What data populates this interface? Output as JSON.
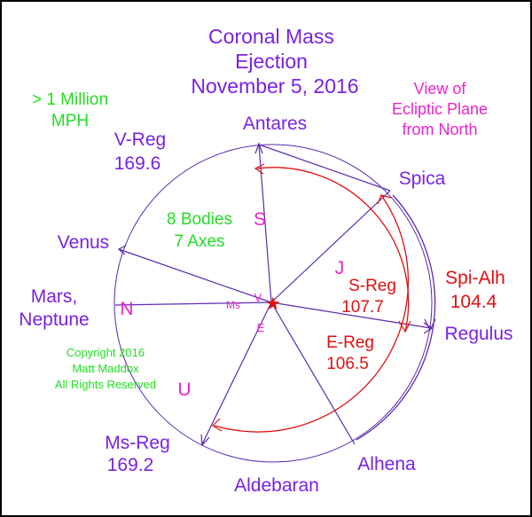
{
  "title": [
    "Coronal Mass",
    "Ejection",
    "November 5, 2016"
  ],
  "speed_note": [
    "> 1 Million",
    "MPH"
  ],
  "view_note": [
    "View of",
    "Ecliptic Plane",
    "from North"
  ],
  "bodies_note": [
    "8 Bodies",
    "7 Axes"
  ],
  "copyright": [
    "Copyright 2016",
    "Matt Maddox",
    "All Rights Reserved"
  ],
  "stars": {
    "antares": "Antares",
    "spica": "Spica",
    "venus": "Venus",
    "mars": [
      "Mars,",
      "Neptune"
    ],
    "regulus": "Regulus",
    "alhena": "Alhena",
    "aldebaran": "Aldebaran"
  },
  "regions": {
    "v_reg": [
      "V-Reg",
      "169.6"
    ],
    "ms_reg": [
      "Ms-Reg",
      "169.2"
    ],
    "s_reg": [
      "S-Reg",
      "107.7"
    ],
    "e_reg": [
      "E-Reg",
      "106.5"
    ],
    "spi_alh": [
      "Spi-Alh",
      "104.4"
    ]
  },
  "markers": {
    "s": "S",
    "n": "N",
    "j": "J",
    "u": "U",
    "ms": "Ms",
    "v": "V",
    "e": "E",
    "sun": "★"
  },
  "colors": {
    "purple": "#7a22e0",
    "green": "#22dd22",
    "magenta": "#ee22cc",
    "red": "#e01010",
    "line": "#5a2ab0"
  }
}
